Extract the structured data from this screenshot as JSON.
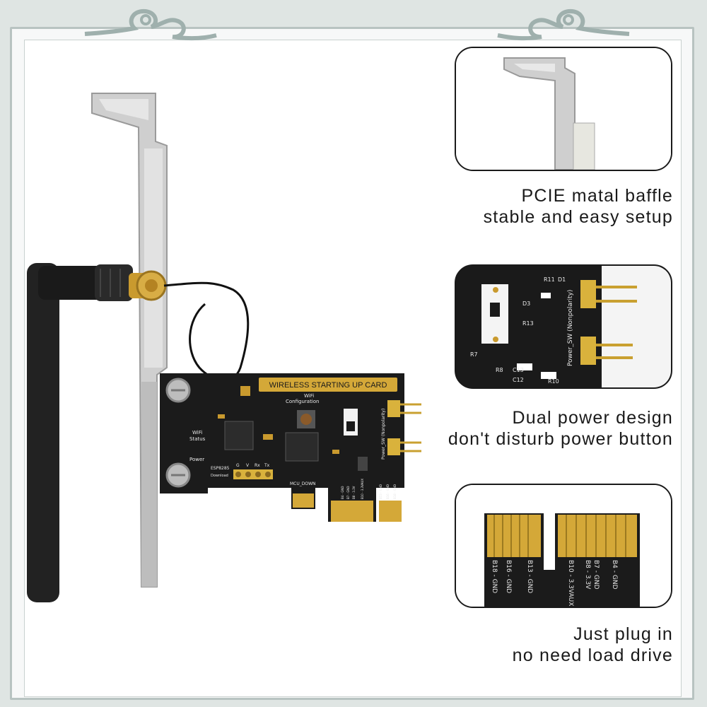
{
  "features": [
    {
      "line1": "PCIE matal baffle",
      "line2": "stable and easy setup"
    },
    {
      "line1": "Dual power design",
      "line2": "don't disturb power button"
    },
    {
      "line1": "Just plug in",
      "line2": "no need load drive"
    }
  ],
  "board": {
    "title": "WIRELESS STARTING UP CARD",
    "wifi_config": "WiFi",
    "wifi_config2": "Configuration",
    "wifi_status": "WiFi",
    "wifi_status2": "Status",
    "power": "Power",
    "esp": "ESP8285",
    "download": "Download",
    "mcu_down": "MCU_DOWN",
    "power_sw": "Power_SW (Nonpolarity)",
    "pins": [
      "G",
      "V",
      "Rx",
      "Tx"
    ],
    "pads": [
      "B4 - GND",
      "B7 - GND",
      "B8 - 3.3V",
      "B10 - 3.3VAUX",
      "B13 - GND",
      "B16 - GND",
      "B18 - GND"
    ]
  },
  "inset2": {
    "power_sw": "Power_SW (Nonpolarity)",
    "parts": [
      "R11",
      "D1",
      "D3",
      "R13",
      "C13",
      "C12",
      "R8",
      "R7",
      "R10"
    ]
  },
  "inset3": {
    "pads": [
      "B4 - GND",
      "B7 - GND",
      "B8 - 3.3V",
      "B10 - 3.3VAUX",
      "B13 - GND",
      "B16 - GND",
      "B18 - GND"
    ]
  },
  "colors": {
    "pcb": "#1b1b1b",
    "gold": "#d4a838",
    "frame": "#b8c3c1",
    "bracket": "#c9c9c9"
  }
}
